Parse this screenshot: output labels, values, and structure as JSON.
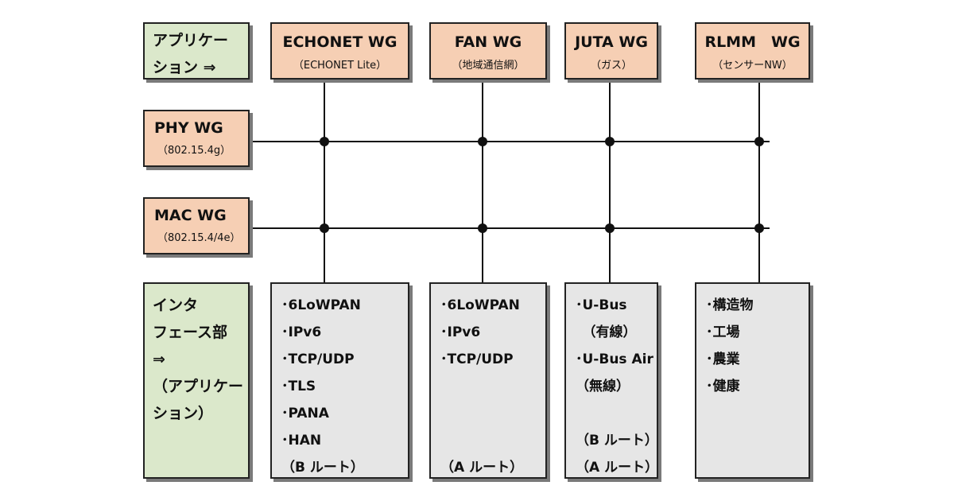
{
  "left": {
    "application": {
      "line1": "アプリケー",
      "line2": "ション ⇒"
    },
    "phy": {
      "title": "PHY WG",
      "sub": "（802.15.4g）"
    },
    "mac": {
      "title": "MAC WG",
      "sub": "（802.15.4/4e）"
    },
    "interface": {
      "lines": [
        "インタ",
        "フェース部",
        "⇒",
        "（アプリケー",
        "ション）"
      ]
    }
  },
  "top": [
    {
      "title": "ECHONET WG",
      "sub": "（ECHONET Lite）"
    },
    {
      "title": "FAN WG",
      "sub": "（地域通信網）"
    },
    {
      "title": "JUTA WG",
      "sub": "（ガス）"
    },
    {
      "title": "RLMM　WG",
      "sub": "（センサーNW）"
    }
  ],
  "bottom": [
    {
      "items": [
        "･6LoWPAN",
        "･IPv6",
        "･TCP/UDP",
        "･TLS",
        "･PANA",
        "･HAN",
        "（B ルート）"
      ]
    },
    {
      "items": [
        "･6LoWPAN",
        "･IPv6",
        "･TCP/UDP",
        "",
        "",
        "",
        "（A ルート）"
      ]
    },
    {
      "items": [
        "･U-Bus",
        "　（有線）",
        "･U-Bus Air",
        "（無線）",
        "",
        "（B ルート）",
        "（A ルート）"
      ]
    },
    {
      "items": [
        "･構造物",
        "･工場",
        "･農業",
        "･健康"
      ]
    }
  ],
  "colors": {
    "green": "#dbe8cb",
    "peach": "#f6cfb4",
    "gray": "#e6e6e6",
    "line": "#111111"
  }
}
